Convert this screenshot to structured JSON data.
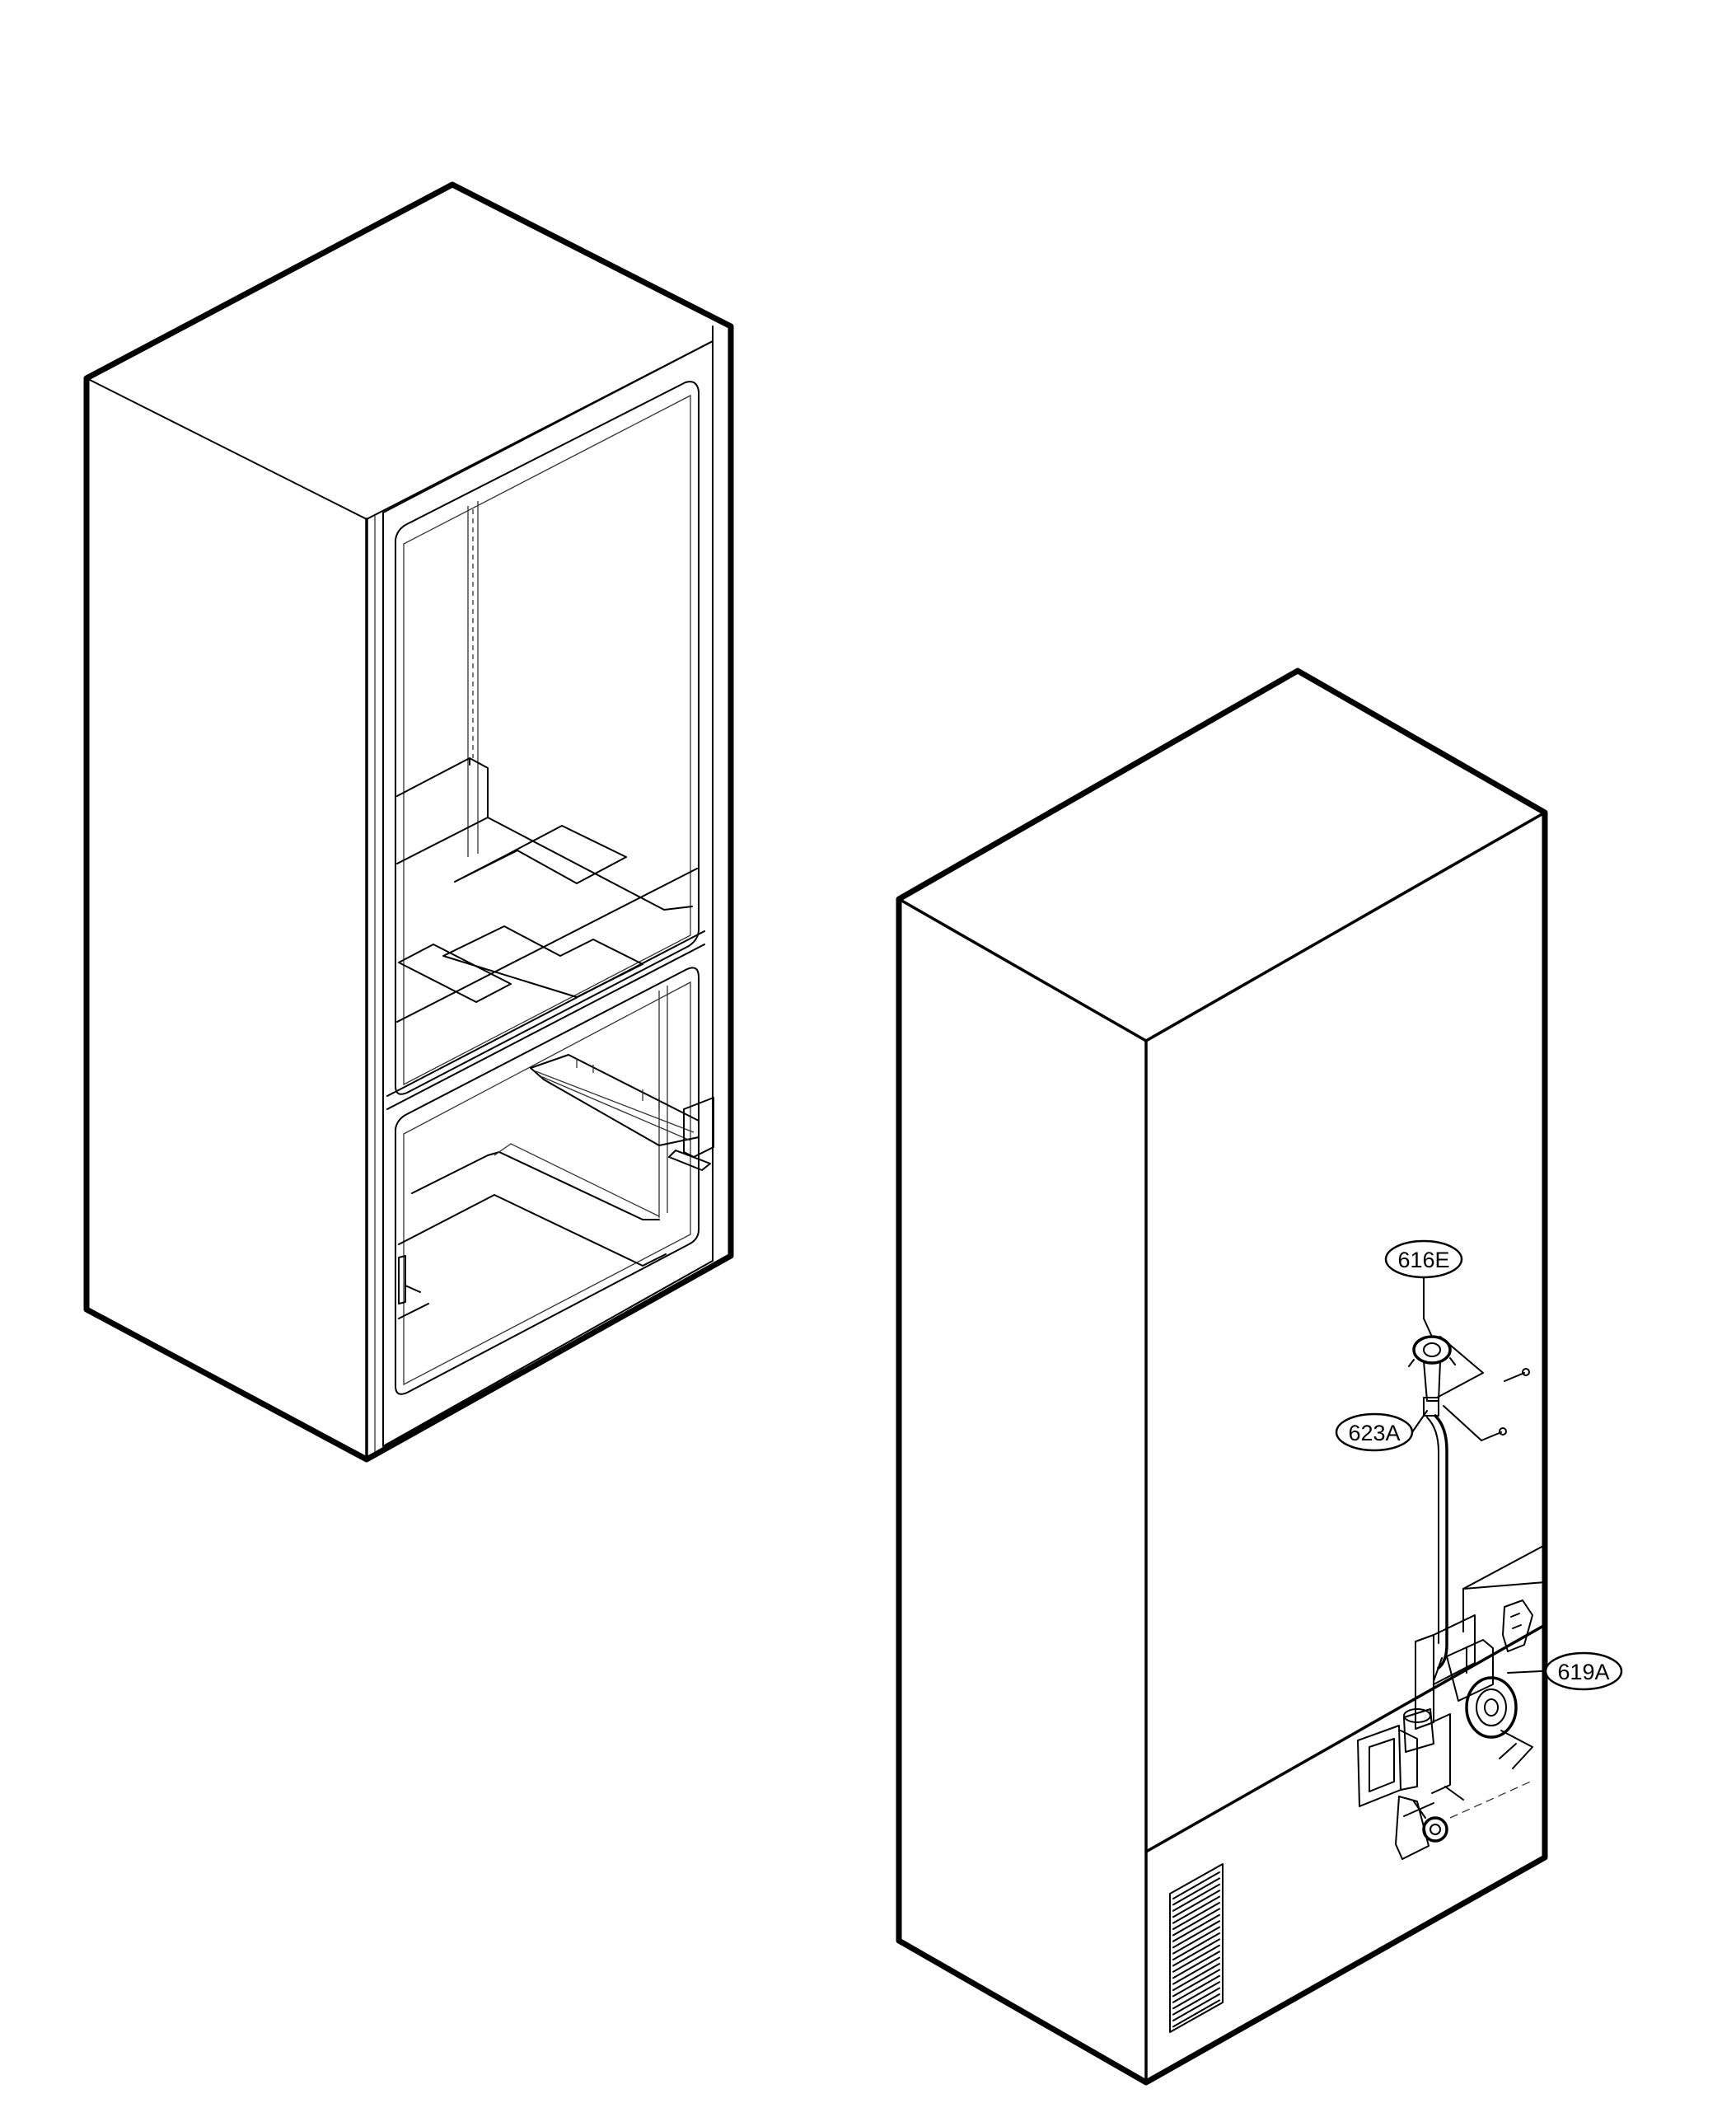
{
  "callouts": {
    "c616E": "616E",
    "c623A": "623A",
    "c619A": "619A"
  },
  "colors": {
    "line": "#000000",
    "background": "#ffffff"
  }
}
